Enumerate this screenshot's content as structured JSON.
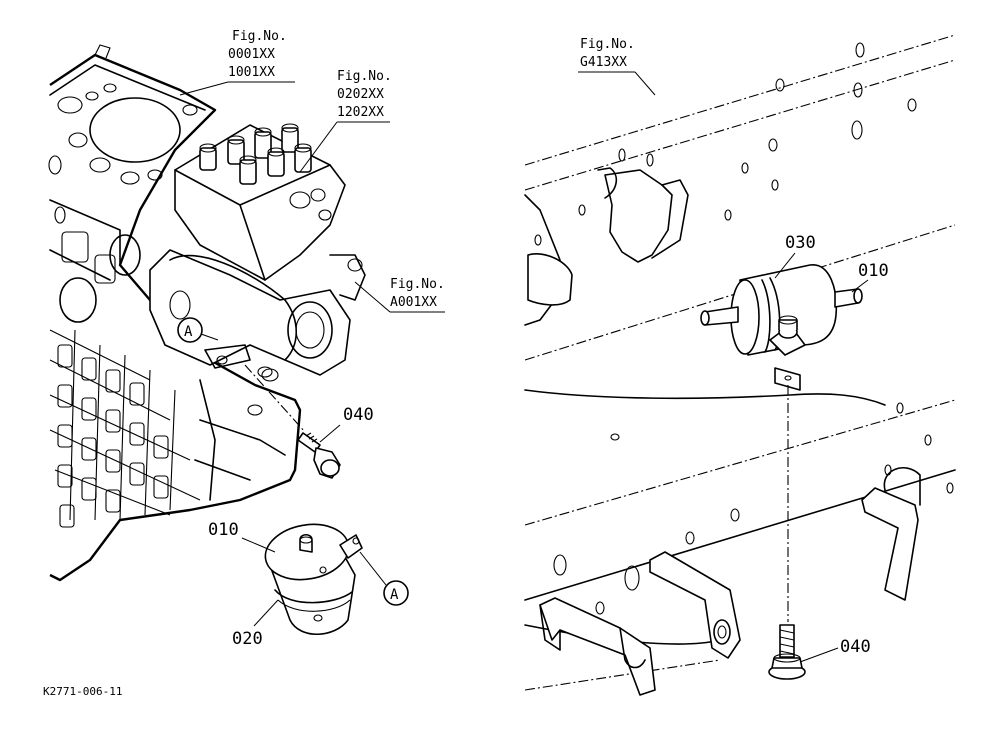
{
  "diagram": {
    "fig_refs": [
      {
        "label": "Fig.No.",
        "codes": [
          "0001XX",
          "1001XX"
        ]
      },
      {
        "label": "Fig.No.",
        "codes": [
          "0202XX",
          "1202XX"
        ]
      },
      {
        "label": "Fig.No.",
        "codes": [
          "A001XX"
        ]
      },
      {
        "label": "Fig.No.",
        "codes": [
          "G413XX"
        ]
      }
    ],
    "parts_left": [
      "010",
      "020",
      "040"
    ],
    "parts_right": [
      "030",
      "010",
      "040"
    ],
    "callout_letter": "A",
    "drawing_code": "K2771-006-11"
  }
}
